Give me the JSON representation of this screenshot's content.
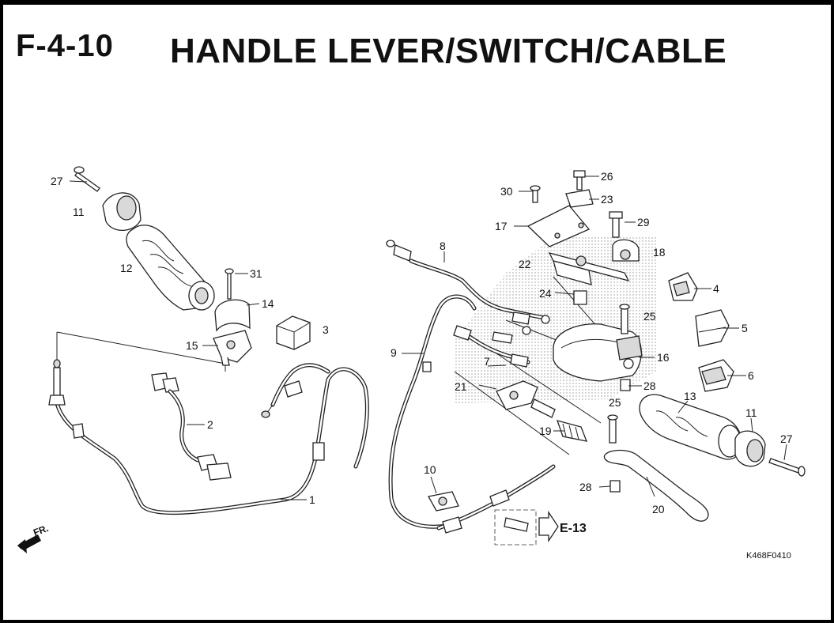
{
  "header": {
    "section_code": "F-4-10",
    "title": "HANDLE LEVER/SWITCH/CABLE"
  },
  "callouts": [
    "1",
    "2",
    "3",
    "4",
    "5",
    "6",
    "7",
    "8",
    "9",
    "10",
    "11",
    "11",
    "12",
    "13",
    "14",
    "15",
    "16",
    "17",
    "18",
    "19",
    "20",
    "21",
    "22",
    "23",
    "24",
    "25",
    "25",
    "26",
    "27",
    "27",
    "28",
    "28",
    "29",
    "30",
    "31"
  ],
  "reference": {
    "label": "E-13"
  },
  "front_marker": {
    "label": "FR."
  },
  "drawing_code": "K468F0410"
}
